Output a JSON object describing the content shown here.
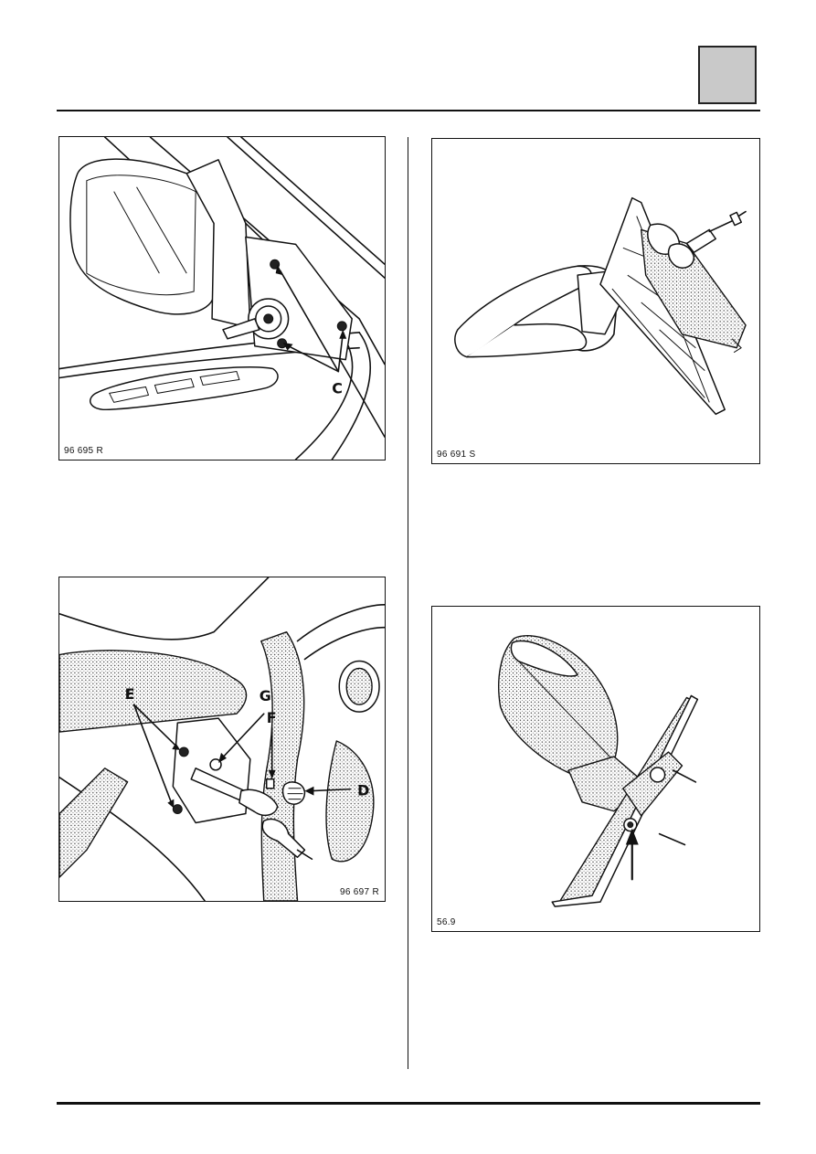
{
  "page": {
    "figures": [
      {
        "id": "fig1",
        "caption": "96 695 R",
        "callouts": [
          "C"
        ]
      },
      {
        "id": "fig2",
        "caption": "96 691 S",
        "callouts": []
      },
      {
        "id": "fig3",
        "caption": "96 697 R",
        "callouts": [
          "E",
          "G",
          "F",
          "D"
        ]
      },
      {
        "id": "fig4",
        "caption": "56.9",
        "callouts": []
      }
    ]
  },
  "colors": {
    "tab_box": "#c9c9c9",
    "line": "#111111"
  },
  "icons": [
    "door-mirror-illustration",
    "mirror-assembly-illustration",
    "mirror-removal-illustration",
    "mirror-glass-illustration"
  ]
}
